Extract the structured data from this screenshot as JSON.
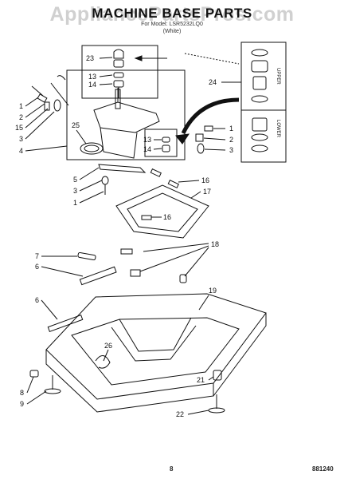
{
  "header": {
    "title": "MACHINE BASE PARTS",
    "watermark": "AppliancePartsPros.com",
    "subtitle_1": "For Model: LSR5232LQ0",
    "subtitle_2": "(White)"
  },
  "footer": {
    "page_number": "8",
    "figure_code": "881240"
  },
  "labels": {
    "upper": "UPPER",
    "lower": "LOWER"
  },
  "callouts": {
    "c23": "23",
    "c13a": "13",
    "c14a": "14",
    "c1a": "1",
    "c2a": "2",
    "c15": "15",
    "c3a": "3",
    "c4": "4",
    "c25": "25",
    "c13b": "13",
    "c14b": "14",
    "c24": "24",
    "c1b": "1",
    "c2b": "2",
    "c3b": "3",
    "c5": "5",
    "c3c": "3",
    "c1c": "1",
    "c16a": "16",
    "c16b": "16",
    "c17": "17",
    "c7": "7",
    "c6a": "6",
    "c18": "18",
    "c6b": "6",
    "c19": "19",
    "c26": "26",
    "c8": "8",
    "c9": "9",
    "c21": "21",
    "c22": "22"
  },
  "colors": {
    "ink": "#111111",
    "watermark": "#9a9a9a",
    "background": "#ffffff"
  }
}
